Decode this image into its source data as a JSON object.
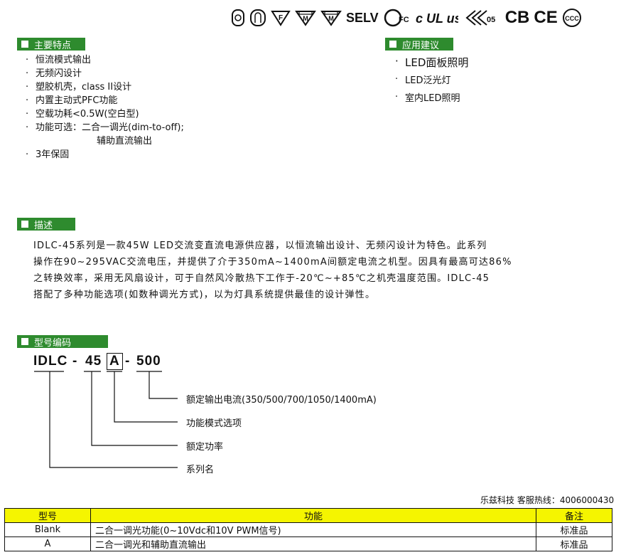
{
  "certifications": {
    "items": [
      {
        "name": "emc-icon",
        "type": "icon"
      },
      {
        "name": "thermal-icon",
        "type": "icon"
      },
      {
        "name": "f-mark-icon",
        "type": "icon",
        "text": "F"
      },
      {
        "name": "mm-mark-icon",
        "type": "icon",
        "text": "M"
      },
      {
        "name": "mm-mark-icon-2",
        "type": "icon",
        "text": "M"
      },
      {
        "name": "selv-label",
        "type": "text",
        "text": "SELV"
      },
      {
        "name": "fcc-icon",
        "type": "icon",
        "text": "FC"
      },
      {
        "name": "ul-icon",
        "type": "icon",
        "text": "c UL us"
      },
      {
        "name": "c05-icon",
        "type": "icon",
        "text": "05"
      },
      {
        "name": "cb-label",
        "type": "text",
        "text": "CB"
      },
      {
        "name": "ce-label",
        "type": "text",
        "text": "CE"
      },
      {
        "name": "ccc-icon",
        "type": "icon",
        "text": "CCC"
      }
    ]
  },
  "features": {
    "title": "主要特点",
    "items": [
      "恒流模式输出",
      "无频闪设计",
      "塑胶机壳，class II设计",
      "内置主动式PFC功能",
      "空载功耗<0.5W(空白型)",
      "功能可选：二合一调光(dim-to-off);",
      "辅助直流输出",
      "3年保固"
    ]
  },
  "applications": {
    "title": "应用建议",
    "items": [
      "LED面板照明",
      "LED泛光灯",
      "室内LED照明"
    ]
  },
  "description": {
    "title": "描述",
    "lines": [
      "IDLC-45系列是一款45W LED交流变直流电源供应器，以恒流输出设计、无频闪设计为特色。此系列",
      "操作在90~295VAC交流电压，并提供了介于350mA~1400mA间额定电流之机型。因具有最高可达86%",
      "之转换效率，采用无风扇设计，可于自然风冷散热下工作于-20℃~+85℃之机壳温度范围。IDLC-45",
      "搭配了多种功能选项(如数种调光方式)，以为灯具系统提供最佳的设计弹性。"
    ]
  },
  "model_code": {
    "title": "型号编码",
    "parts": [
      "IDLC",
      "-",
      "45",
      "A",
      "-",
      "500"
    ],
    "legend": [
      "额定输出电流(350/500/700/1050/1400mA)",
      "功能模式选项",
      "额定功率",
      "系列名"
    ]
  },
  "hotline": "乐兹科技 客服热线：4006000430",
  "options_table": {
    "headers": [
      "型号",
      "功能",
      "备注"
    ],
    "rows": [
      [
        "Blank",
        "二合一调光功能(0~10Vdc和10V PWM信号)",
        "标准品"
      ],
      [
        "A",
        "二合一调光和辅助直流输出",
        "标准品"
      ]
    ]
  },
  "colors": {
    "section_green": "#2e8b2e",
    "table_header": "#f5f500"
  }
}
